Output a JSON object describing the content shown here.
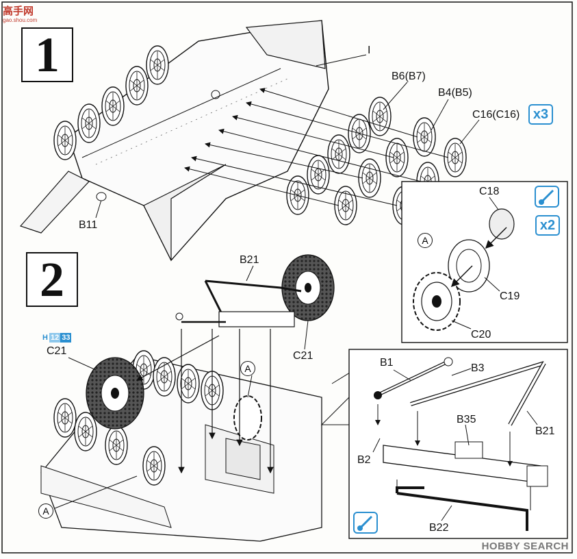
{
  "site": {
    "logo_text": "高手网",
    "logo_sub": "gao.shou.com"
  },
  "steps": [
    {
      "number": "1"
    },
    {
      "number": "2"
    }
  ],
  "labels": {
    "I": "I",
    "B6B7": "B6(B7)",
    "B4B5": "B4(B5)",
    "C16C16": "C16(C16)",
    "B11": "B11",
    "B21_top": "B21",
    "C21_right": "C21",
    "C21_left": "C21",
    "C18": "C18",
    "C19": "C19",
    "C20": "C20",
    "B1": "B1",
    "B3": "B3",
    "B2": "B2",
    "B35": "B35",
    "B21_detail": "B21",
    "B22": "B22",
    "A_detail": "A",
    "A_upper": "A",
    "A_lower": "A"
  },
  "badges": {
    "x3": "x3",
    "x2": "x2"
  },
  "h_ref": {
    "prefix": "H",
    "n1": "12",
    "n2": "33"
  },
  "footer": {
    "text": "HOBBY SEARCH"
  },
  "colors": {
    "accent": "#2a8fd0",
    "ink": "#111111",
    "logo": "#c0392b",
    "h_dark": "#2a8fd0",
    "h_light": "#8ec8ec"
  }
}
